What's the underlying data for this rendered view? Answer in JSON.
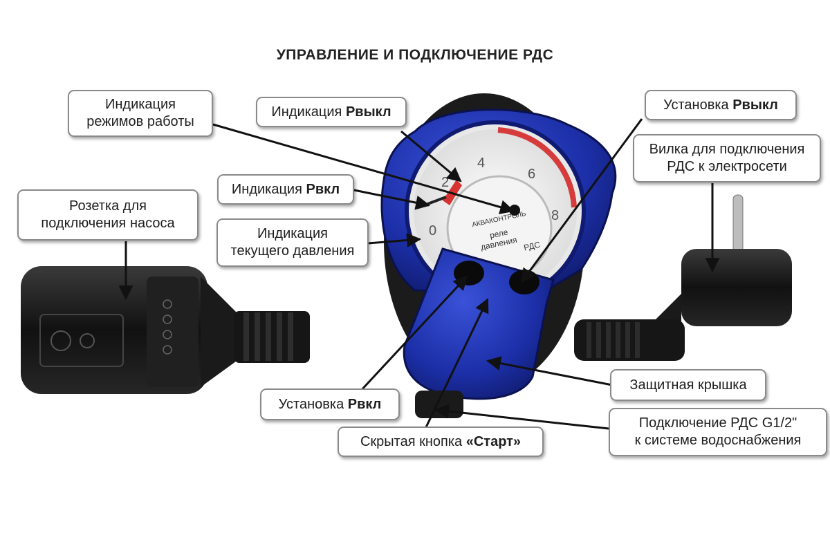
{
  "title": "УПРАВЛЕНИЕ И ПОДКЛЮЧЕНИЕ РДС",
  "callouts": {
    "modes": {
      "line1": "Индикация",
      "line2": "режимов работы"
    },
    "p_off_ind": {
      "text": "Индикация ",
      "bold": "Рвыкл"
    },
    "p_off_set": {
      "text": "Установка ",
      "bold": "Рвыкл"
    },
    "plug": {
      "line1": "Вилка для подключения",
      "line2": "РДС к электросети"
    },
    "p_on_ind": {
      "text": "Индикация ",
      "bold": "Рвкл"
    },
    "socket": {
      "line1": "Розетка для",
      "line2": "подключения насоса"
    },
    "pressure": {
      "line1": "Индикация",
      "line2": "текущего давления"
    },
    "cover": {
      "text": "Защитная крышка"
    },
    "p_on_set": {
      "text": "Установка ",
      "bold": "Рвкл"
    },
    "start": {
      "text": "Скрытая кнопка ",
      "bold": "«Старт»"
    },
    "connection": {
      "line1": "Подключение РДС G1/2\"",
      "line2": "к системе водоснабжения"
    }
  },
  "gauge": {
    "scale_numbers": [
      "0",
      "2",
      "4",
      "6",
      "8"
    ],
    "dial_text": [
      "АКВАКОНТРОЛЬ",
      "реле",
      "давления",
      "РДС"
    ]
  },
  "colors": {
    "housing_blue": "#1c2fa8",
    "housing_black": "#1b1b1b",
    "red_zone": "#d41e1e",
    "arrow": "#111111"
  }
}
